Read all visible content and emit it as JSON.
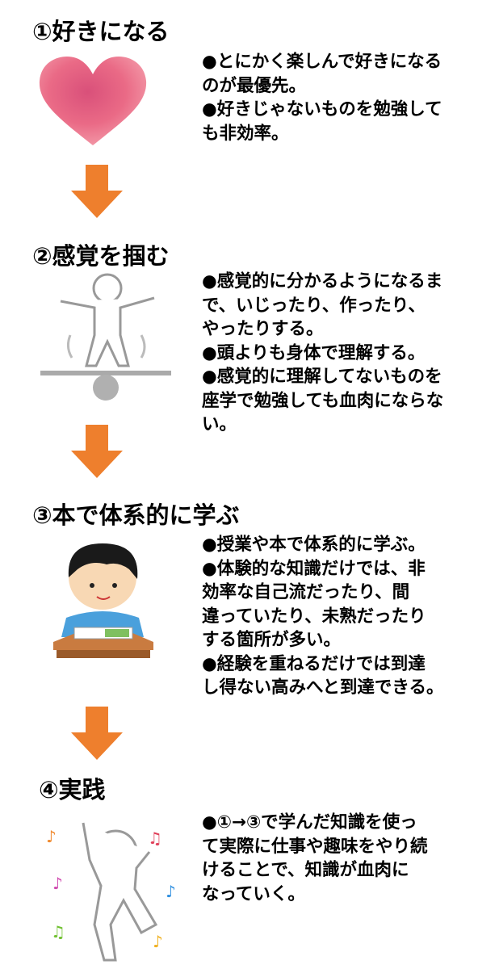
{
  "colors": {
    "arrow": "#ee7f2d",
    "heart": "#e85a7a",
    "text": "#000000"
  },
  "steps": [
    {
      "title": "①好きになる",
      "icon": "heart-icon",
      "lines": [
        "●とにかく楽しんで好きになる",
        "のが最優先。",
        "●好きじゃないものを勉強して",
        "も非効率。"
      ]
    },
    {
      "title": "②感覚を掴む",
      "icon": "balance-figure-icon",
      "lines": [
        "●感覚的に分かるようになるま",
        "で、いじったり、作ったり、",
        "やったりする。",
        "●頭よりも身体で理解する。",
        "●感覚的に理解してないものを",
        "座学で勉強しても血肉にならな",
        "い。"
      ]
    },
    {
      "title": "③本で体系的に学ぶ",
      "icon": "studying-boy-icon",
      "lines": [
        "●授業や本で体系的に学ぶ。",
        "●体験的な知識だけでは、非",
        "効率な自己流だったり、間",
        "違っていたり、未熟だったり",
        "する箇所が多い。",
        "●経験を重ねるだけでは到達",
        "し得ない高みへと到達できる。"
      ]
    },
    {
      "title": "④実践",
      "icon": "dancing-figure-icon",
      "lines": [
        "●①→③で学んだ知識を使っ",
        "て実際に仕事や趣味をやり続",
        "けることで、知識が血肉に",
        "なっていく。"
      ]
    }
  ]
}
